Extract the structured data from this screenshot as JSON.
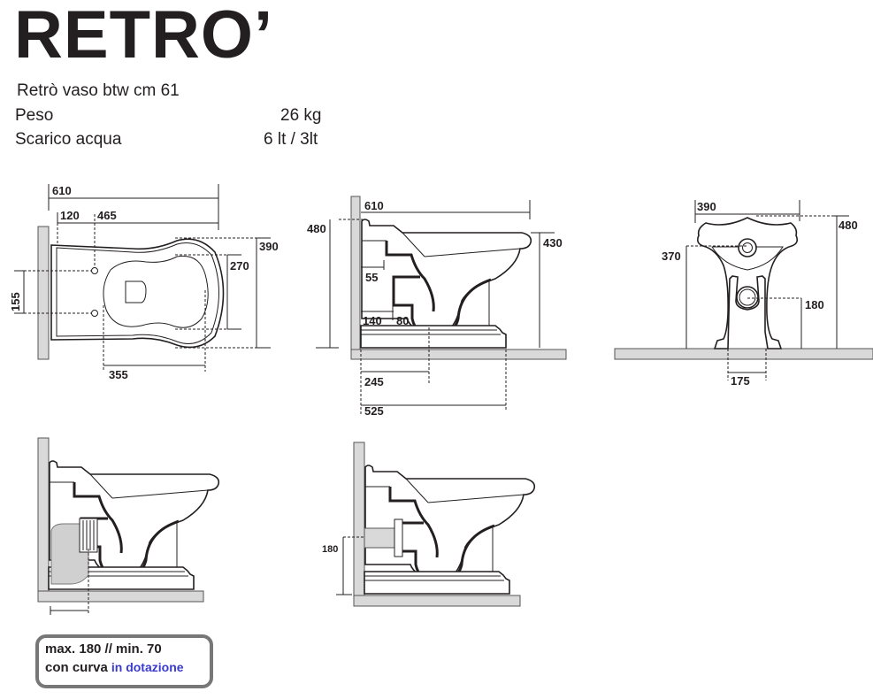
{
  "title": "RETRO’",
  "specs": {
    "model": "Retrò vaso btw cm 61",
    "weight_label": "Peso",
    "weight_value": "26 kg",
    "flush_label": "Scarico acqua",
    "flush_value": "6 lt / 3lt"
  },
  "plan_view": {
    "d610": "610",
    "d120": "120",
    "d465": "465",
    "d155": "155",
    "d390": "390",
    "d270": "270",
    "d355": "355"
  },
  "side_view": {
    "d610": "610",
    "d480": "480",
    "d430": "430",
    "d55": "55",
    "d140": "140",
    "d80": "80",
    "d245": "245",
    "d525": "525"
  },
  "front_view": {
    "d390": "390",
    "d480": "480",
    "d370": "370",
    "d180": "180",
    "d175": "175"
  },
  "rear_outlet_view": {
    "d180": "180"
  },
  "note": {
    "line1": "max. 180 //  min. 70",
    "line2": "con curva",
    "highlight": "in dotazione",
    "highlight_color": "#3a3ad0"
  }
}
